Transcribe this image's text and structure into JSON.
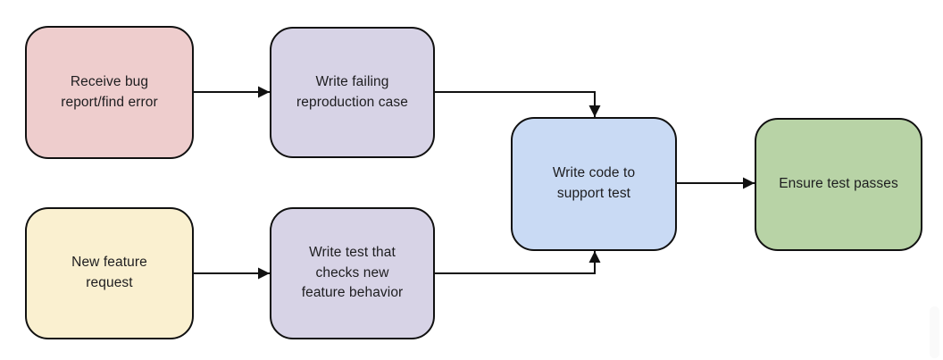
{
  "diagram": {
    "type": "flowchart",
    "background": "#ffffff",
    "stroke_color": "#111111",
    "text_color": "#1d1d1f",
    "nodes": [
      {
        "id": "receive-bug-report",
        "label": "Receive bug\nreport/find error",
        "color": "#eecdcd"
      },
      {
        "id": "write-failing-repro",
        "label": "Write failing\nreproduction case",
        "color": "#d7d3e6"
      },
      {
        "id": "new-feature-request",
        "label": "New feature\nrequest",
        "color": "#faf0d0"
      },
      {
        "id": "write-test-checks-feature",
        "label": "Write test that\nchecks new\nfeature behavior",
        "color": "#d7d3e6"
      },
      {
        "id": "write-code-support-test",
        "label": "Write code to\nsupport test",
        "color": "#c9daf4"
      },
      {
        "id": "ensure-test-passes",
        "label": "Ensure test passes",
        "color": "#b8d3a6"
      }
    ],
    "edges": [
      {
        "from": "receive-bug-report",
        "to": "write-failing-repro"
      },
      {
        "from": "new-feature-request",
        "to": "write-test-checks-feature"
      },
      {
        "from": "write-failing-repro",
        "to": "write-code-support-test"
      },
      {
        "from": "write-test-checks-feature",
        "to": "write-code-support-test"
      },
      {
        "from": "write-code-support-test",
        "to": "ensure-test-passes"
      }
    ]
  }
}
